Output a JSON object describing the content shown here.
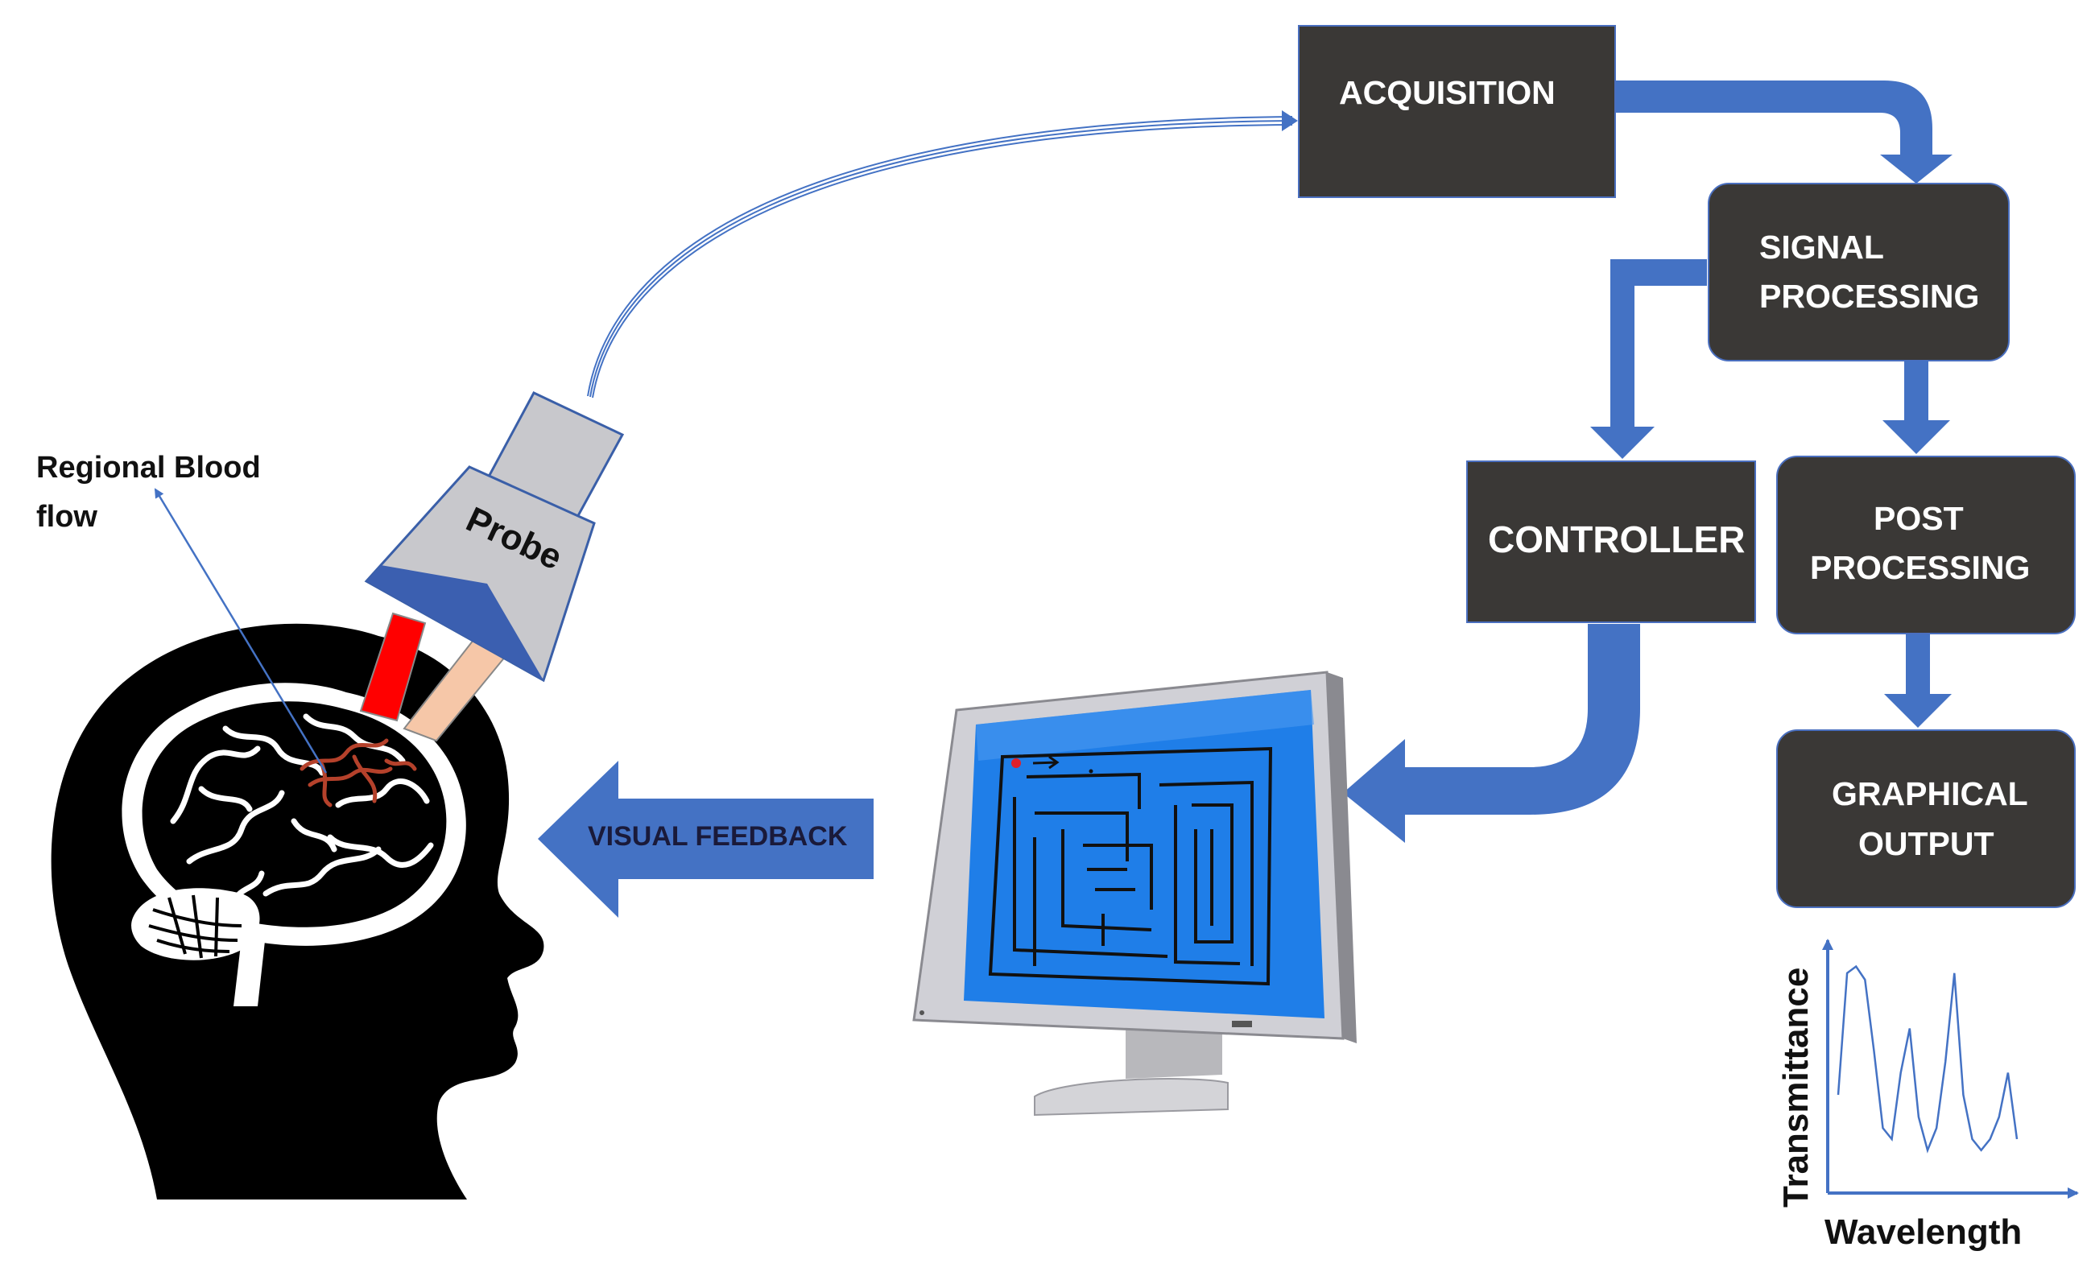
{
  "colors": {
    "box_fill": "#3a3836",
    "arrow_blue": "#4472c4",
    "probe_gray": "#c8c8cc",
    "probe_blue": "#3b5fb0",
    "screen_blue": "#1f7ee8",
    "laser_red": "#ff0000",
    "laser_peach": "#f6c7a8",
    "head_black": "#000000"
  },
  "boxes": {
    "acquisition": "ACQUISITION",
    "signal_processing": [
      "SIGNAL",
      "PROCESSING"
    ],
    "controller": "CONTROLLER",
    "post_processing": [
      "POST",
      "PROCESSING"
    ],
    "graphical_output": [
      "GRAPHICAL",
      "OUTPUT"
    ]
  },
  "labels": {
    "regional_blood_flow": [
      "Regional Blood",
      "flow"
    ],
    "probe": "Probe",
    "visual_feedback": "VISUAL FEEDBACK"
  },
  "icons": [
    "head-silhouette-icon",
    "brain-icon",
    "probe-icon",
    "monitor-icon",
    "maze-icon"
  ],
  "chart_data": {
    "type": "line",
    "xlabel": "Wavelength",
    "ylabel": "Transmittance",
    "series": [
      {
        "values": [
          0.4,
          0.95,
          0.98,
          0.92,
          0.6,
          0.25,
          0.2,
          0.5,
          0.7,
          0.3,
          0.15,
          0.25,
          0.55,
          0.95,
          0.4,
          0.2,
          0.15,
          0.2,
          0.3,
          0.5,
          0.2
        ]
      }
    ]
  }
}
